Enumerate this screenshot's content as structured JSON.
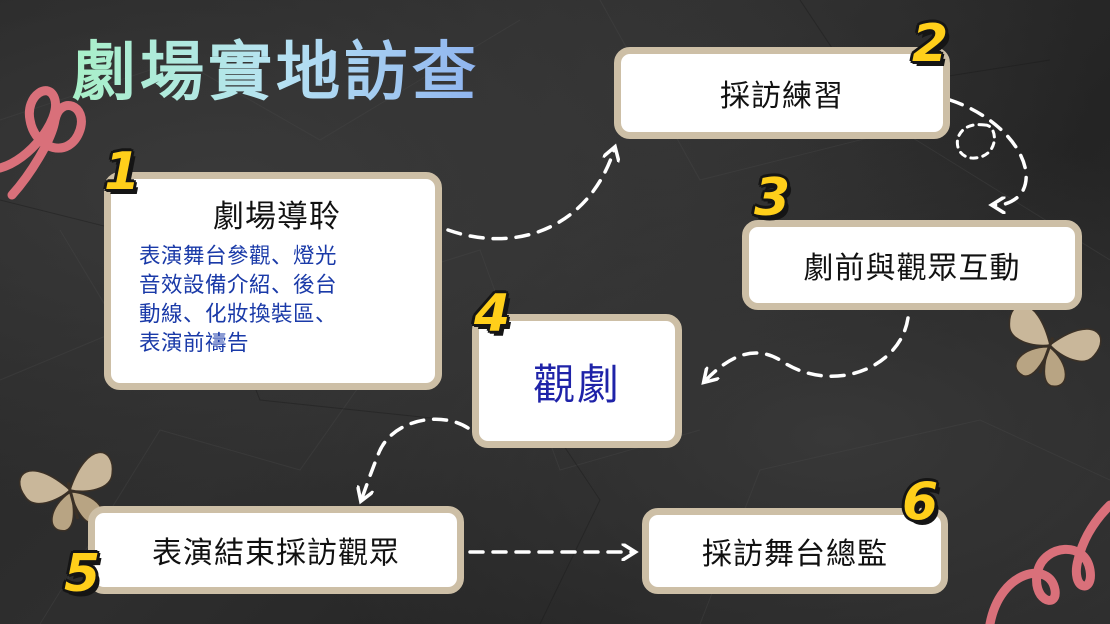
{
  "title": "劇場實地訪查",
  "steps": [
    {
      "number": "1",
      "label": "劇場導聆",
      "description": [
        "表演舞台參觀、燈光",
        "音效設備介紹、後台",
        "動線、化妝換裝區、",
        "表演前禱告"
      ]
    },
    {
      "number": "2",
      "label": "採訪練習"
    },
    {
      "number": "3",
      "label": "劇前與觀眾互動"
    },
    {
      "number": "4",
      "label": "觀劇"
    },
    {
      "number": "5",
      "label": "表演結束採訪觀眾"
    },
    {
      "number": "6",
      "label": "採訪舞台總監"
    }
  ],
  "colors": {
    "background": "#2a2a2a",
    "box_fill": "#ffffff",
    "box_border": "#cdbfa6",
    "number": "#ffcf1a",
    "description_text": "#1a3aa8",
    "highlight_text": "#1f23a8",
    "ribbon": "#d9707a",
    "butterfly": "#c9b79a"
  },
  "decorations": [
    "ribbon-swirl-icon",
    "butterfly-icon",
    "dashed-arrow-icon"
  ]
}
